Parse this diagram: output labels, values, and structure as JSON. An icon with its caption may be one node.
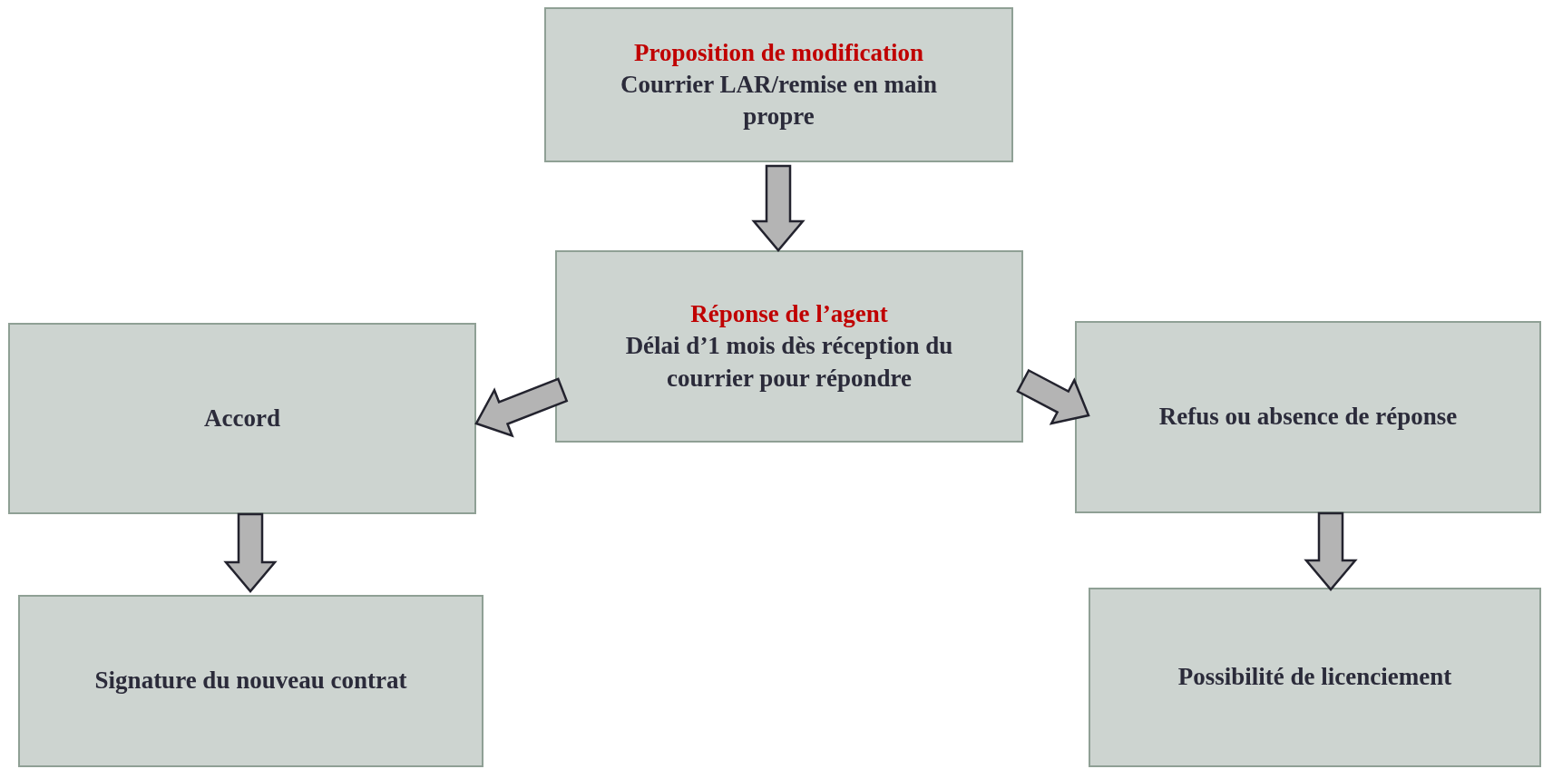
{
  "diagram": {
    "nodes": [
      {
        "text": [
          "Proposition de modification",
          "Courrier LAR/remise en main propre"
        ]
      },
      {
        "text": [
          "Réponse de l’agent",
          "Délai d’1 mois dès réception du courrier pour répondre"
        ]
      },
      {
        "text": [
          "Accord"
        ]
      },
      {
        "text": [
          "Refus ou absence de réponse"
        ]
      },
      {
        "text": [
          "Signature du nouveau contrat"
        ]
      },
      {
        "text": [
          "Possibilité de licenciement"
        ]
      }
    ],
    "edges": [
      {
        "from": 0,
        "to": 1,
        "arrow": "to"
      },
      {
        "from": 1,
        "to": 2,
        "arrow": "to"
      },
      {
        "from": 1,
        "to": 3,
        "arrow": "to"
      },
      {
        "from": 2,
        "to": 4,
        "arrow": "to"
      },
      {
        "from": 3,
        "to": 5,
        "arrow": "to"
      }
    ]
  }
}
